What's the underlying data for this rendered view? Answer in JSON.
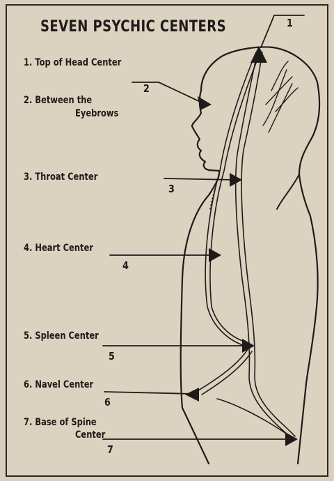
{
  "title": "SEVEN PSYCHIC CENTERS",
  "centers": [
    {
      "label": "1. Top of Head Center",
      "number": "1"
    },
    {
      "label_line1": "2. Between the",
      "label_line2": "Eyebrows",
      "number": "2"
    },
    {
      "label": "3. Throat Center",
      "number": "3"
    },
    {
      "label": "4. Heart Center",
      "number": "4"
    },
    {
      "label": "5. Spleen Center",
      "number": "5"
    },
    {
      "label": "6. Navel Center",
      "number": "6"
    },
    {
      "label_line1": "7. Base of Spine",
      "label_line2": "Center",
      "number": "7"
    }
  ],
  "colors": {
    "paper": "#dcd2c0",
    "ink": "#1e1b19"
  }
}
